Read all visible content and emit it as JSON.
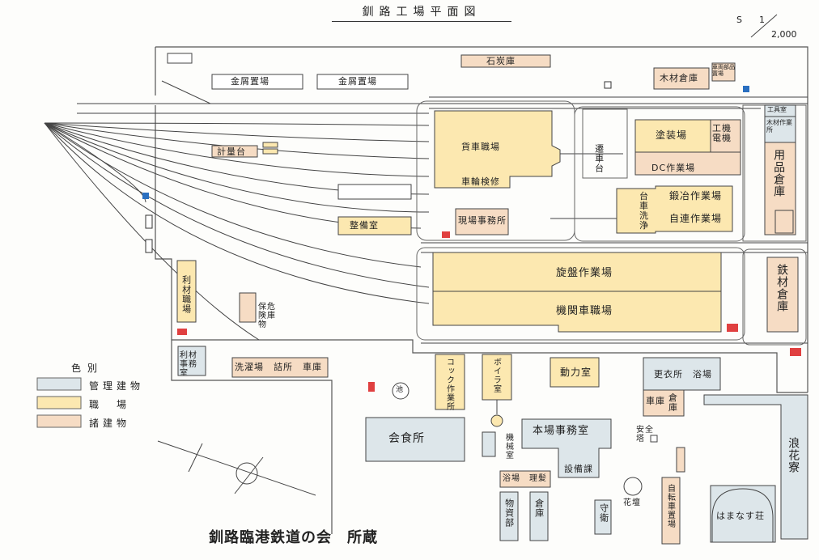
{
  "title": "釧路工場平面図",
  "scale": {
    "prefix": "S",
    "numerator": "1",
    "denominator": "2,000"
  },
  "credit": "釧路臨港鉄道の会　所蔵",
  "legend": {
    "title": "色別",
    "items": [
      {
        "label": "管理建物",
        "color": "#dde6ea"
      },
      {
        "label": "職　場",
        "color": "#fce8b0"
      },
      {
        "label": "諸建物",
        "color": "#f6dcc4"
      }
    ]
  },
  "colors": {
    "admin": "#dde6ea",
    "workshop": "#fce8b0",
    "other": "#f6dcc4",
    "line": "#555555",
    "signal_red": "#e04040",
    "signal_blue": "#2a6fc0"
  },
  "labels": {
    "coal_shed": "石炭庫",
    "metal_scrap_1": "金屑置場",
    "metal_scrap_2": "金屑置場",
    "timber_shed": "木材倉庫",
    "vehicle_parts": "車両部品置場",
    "tool_room": "工具室",
    "wood_work": "木材作業所",
    "weigh": "計量台",
    "freight_car_shop": "貨車職場",
    "wheel_repair": "車輪検修",
    "transfer_table": "遷車台",
    "paint_shop": "塗装場",
    "electrical": "工機電機",
    "dc_work": "DC作業場",
    "supply_warehouse": "用品倉庫",
    "car_wash": "台車洗浄",
    "forging": "鍛冶作業場",
    "auto_work": "自連作業場",
    "maintenance": "整備室",
    "site_office": "現場事務所",
    "lathe_shop": "旋盤作業場",
    "loco_shop": "機関車職場",
    "iron_warehouse": "鉄材倉庫",
    "reuse_shop": "利材職場",
    "hazard_storage": "保危険庫物",
    "reuse_office": "利材事務室",
    "washroom": "洗濯場　詰所　車庫",
    "pond": "池",
    "coke": "コック作業所",
    "boiler": "ボイラ室",
    "power": "動力室",
    "locker": "更衣所　浴場",
    "garage": "車庫",
    "warehouse_small": "倉庫",
    "canteen": "会食所",
    "machine_room": "機械室",
    "main_office": "本場事務室",
    "facilities": "設備課",
    "safety_tower": "安全塔",
    "bath_barber": "浴場　理髪",
    "materials": "物資部",
    "storage": "倉庫",
    "guard": "守衛",
    "flower_bed": "花壇",
    "bicycle": "自転車置場",
    "dorm": "浪花寮",
    "hamanasu": "はまなす荘"
  }
}
